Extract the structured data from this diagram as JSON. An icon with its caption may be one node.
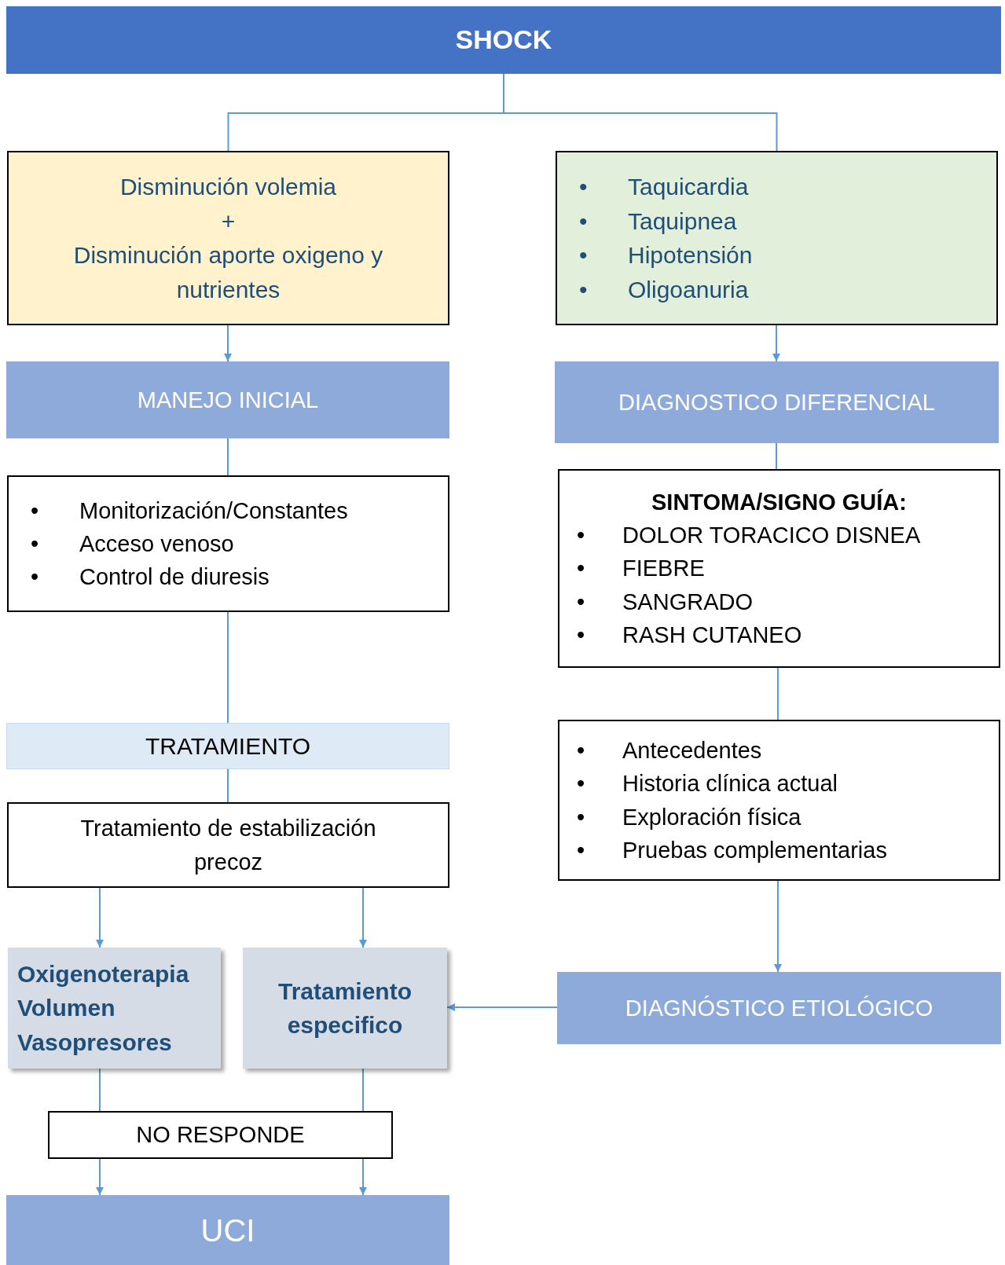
{
  "diagram": {
    "nodes": [
      {
        "text": [
          "SHOCK"
        ]
      },
      {
        "text": [
          "Disminución volemia",
          "+",
          "Disminución aporte oxigeno y nutrientes"
        ]
      },
      {
        "text": [
          "Taquicardia",
          "Taquipnea",
          "Hipotensión",
          "Oligoanuria"
        ]
      },
      {
        "text": [
          "MANEJO INICIAL"
        ]
      },
      {
        "text": [
          "DIAGNOSTICO DIFERENCIAL"
        ]
      },
      {
        "text": [
          "Monitorización/Constantes",
          "Acceso venoso",
          "Control de diuresis"
        ]
      },
      {
        "text": [
          "SINTOMA/SIGNO GUÍA:",
          "DOLOR TORACICO DISNEA",
          "FIEBRE",
          "SANGRADO",
          "RASH CUTANEO"
        ]
      },
      {
        "text": [
          "TRATAMIENTO"
        ]
      },
      {
        "text": [
          "Antecedentes",
          "Historia clínica actual",
          "Exploración física",
          "Pruebas complementarias"
        ]
      },
      {
        "text": [
          "Tratamiento de estabilización precoz"
        ]
      },
      {
        "text": [
          "Oxigenoterapia",
          "Volumen",
          "Vasopresores"
        ]
      },
      {
        "text": [
          "Tratamiento especifico"
        ]
      },
      {
        "text": [
          "DIAGNÓSTICO ETIOLÓGICO"
        ]
      },
      {
        "text": [
          "NO RESPONDE"
        ]
      },
      {
        "text": [
          "UCI"
        ]
      }
    ],
    "edges": [
      {
        "from": 0,
        "to": 1,
        "arrow": "none"
      },
      {
        "from": 0,
        "to": 2,
        "arrow": "none"
      },
      {
        "from": 1,
        "to": 3,
        "arrow": "to"
      },
      {
        "from": 2,
        "to": 4,
        "arrow": "to"
      },
      {
        "from": 3,
        "to": 5,
        "arrow": "none"
      },
      {
        "from": 4,
        "to": 6,
        "arrow": "none"
      },
      {
        "from": 5,
        "to": 7,
        "arrow": "none"
      },
      {
        "from": 6,
        "to": 8,
        "arrow": "none"
      },
      {
        "from": 7,
        "to": 9,
        "arrow": "none"
      },
      {
        "from": 9,
        "to": 10,
        "arrow": "to"
      },
      {
        "from": 9,
        "to": 11,
        "arrow": "to"
      },
      {
        "from": 8,
        "to": 12,
        "arrow": "to"
      },
      {
        "from": 12,
        "to": 11,
        "arrow": "to"
      },
      {
        "from": 10,
        "to": 13,
        "arrow": "none"
      },
      {
        "from": 11,
        "to": 13,
        "arrow": "none"
      },
      {
        "from": 13,
        "to": 14,
        "arrow": "to"
      },
      {
        "from": 13,
        "to": 14,
        "arrow": "to"
      }
    ],
    "labels": [
      "•",
      "•",
      "•",
      "•",
      "•",
      "•",
      "•",
      "•",
      "•",
      "•",
      "•",
      "•",
      "•",
      "•",
      "•"
    ]
  }
}
